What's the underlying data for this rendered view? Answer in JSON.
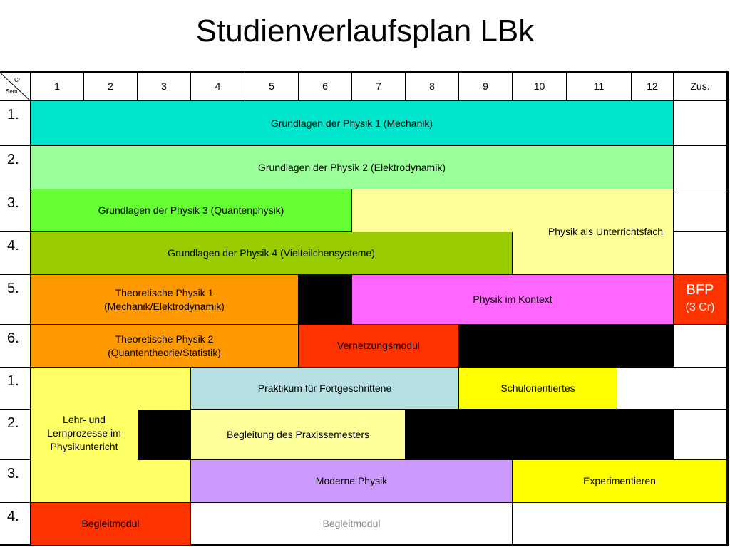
{
  "title": "Studienverlaufsplan LBk",
  "header": {
    "corner_cr": "Cr",
    "corner_sem": "Sem",
    "columns": [
      "1",
      "2",
      "3",
      "4",
      "5",
      "6",
      "7",
      "8",
      "9",
      "10",
      "11",
      "12",
      "Zus."
    ]
  },
  "semesters": [
    "1.",
    "2.",
    "3.",
    "4.",
    "5.",
    "6.",
    "1.",
    "2.",
    "3.",
    "4."
  ],
  "modules": {
    "gdp1": "Grundlagen der Physik 1 (Mechanik)",
    "gdp2": "Grundlagen der Physik 2 (Elektrodynamik)",
    "gdp3": "Grundlagen der Physik 3 (Quantenphysik)",
    "physik_unterrichtsfach": "Physik als Unterrichtsfach",
    "gdp4": "Grundlagen der Physik 4 (Vielteilchensysteme)",
    "tp1_line1": "Theoretische Physik 1",
    "tp1_line2": "(Mechanik/Elektrodynamik)",
    "physik_kontext": "Physik im Kontext",
    "bfp": "BFP",
    "bfp_credits": "(3 Cr)",
    "tp2_line1": "Theoretische Physik 2",
    "tp2_line2": "(Quantentheorie/Statistik)",
    "vernetzung": "Vernetzungsmodul",
    "lehr_line1": "Lehr- und",
    "lehr_line2": "Lernprozesse im",
    "lehr_line3": "Physikuntericht",
    "praktikum": "Praktikum für Fortgeschrittene",
    "schulorientiertes": "Schulorientiertes",
    "begleitung": "Begleitung des Praxissemesters",
    "moderne_physik": "Moderne Physik",
    "experimentieren": "Experimentieren",
    "begleitmodul_red": "Begleitmodul",
    "begleitmodul_white": "Begleitmodul"
  },
  "colors": {
    "cyan": "#00e6cc",
    "light_green": "#99ff99",
    "bright_green": "#66ff33",
    "olive_green": "#99cc00",
    "pale_yellow": "#ffff99",
    "orange": "#ff9900",
    "magenta": "#ff66ff",
    "red": "#ff3300",
    "black": "#000000",
    "light_yellow": "#ffff66",
    "light_blue": "#b7e0e3",
    "yellow": "#ffff00",
    "purple": "#cc99ff",
    "white": "#ffffff"
  }
}
